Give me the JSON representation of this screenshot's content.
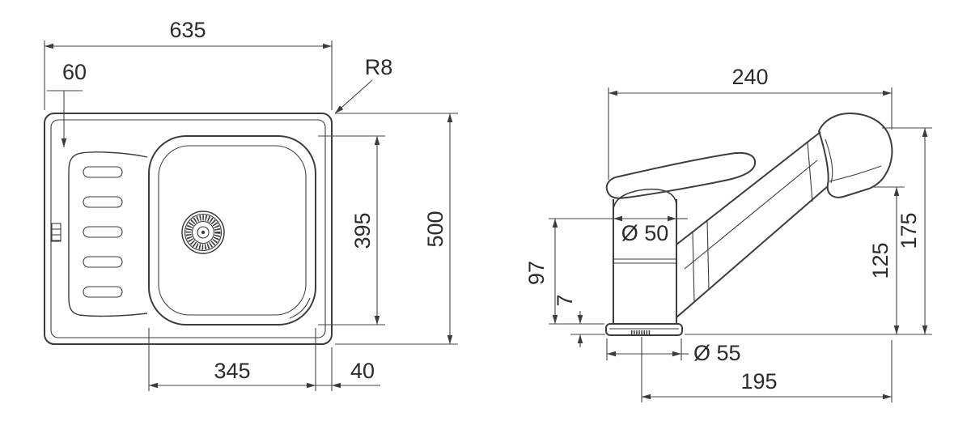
{
  "drawing": {
    "background": "#ffffff",
    "line_color": "#3c3c3c",
    "text_color": "#2b2b2b",
    "left_view": "sink-top-view",
    "right_view": "faucet-side-view"
  },
  "sink": {
    "dims": {
      "total_width": "635",
      "ledge_offset": "60",
      "corner_radius": "R8",
      "total_depth": "500",
      "bowl_depth": "395",
      "bowl_width": "345",
      "edge_margin": "40"
    }
  },
  "faucet": {
    "dims": {
      "overall_width": "240",
      "body_diameter": "Ø 50",
      "body_height": "97",
      "base_height": "7",
      "outlet_height": "125",
      "total_height": "175",
      "base_diameter": "Ø 55",
      "spout_reach": "195"
    }
  }
}
